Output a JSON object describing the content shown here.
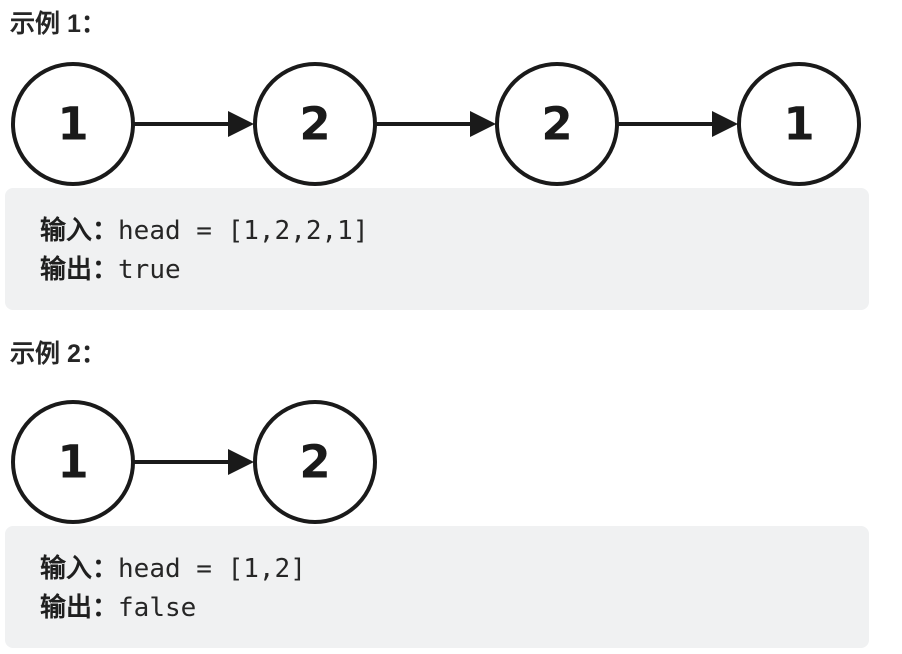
{
  "colors": {
    "ink": "#1a1a1a",
    "heading_text": "#262626",
    "code_text": "#262626",
    "code_block_background": "#f0f1f2",
    "node_fill": "#ffffff",
    "page_background": "#ffffff"
  },
  "examples": [
    {
      "label": "示例 1：",
      "nodes": [
        "1",
        "2",
        "2",
        "1"
      ],
      "io": [
        {
          "label": "输入：",
          "value": "head = [1,2,2,1]"
        },
        {
          "label": "输出：",
          "value": "true"
        }
      ]
    },
    {
      "label": "示例 2：",
      "nodes": [
        "1",
        "2"
      ],
      "io": [
        {
          "label": "输入：",
          "value": "head = [1,2]"
        },
        {
          "label": "输出：",
          "value": "false"
        }
      ]
    }
  ]
}
